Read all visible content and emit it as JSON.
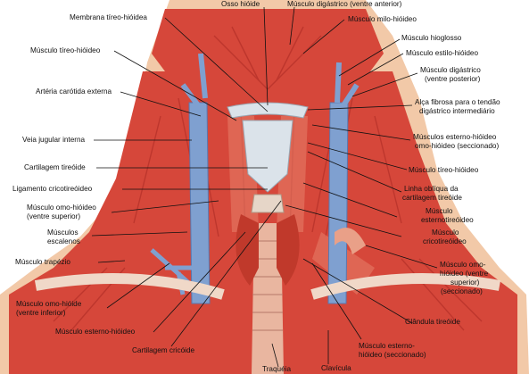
{
  "labels": {
    "osso_hioide": "Osso hióide",
    "digastrico_anterior": "Músculo digástrico (ventre anterior)",
    "membrana_tireo_hioidea": "Membrana tíreo-hióidea",
    "milo_hioideo": "Músculo milo-hióideo",
    "hioglosso": "Músculo hioglosso",
    "tireo_hioideo_left": "Músculo tíreo-hióideo",
    "estilo_hioideo": "Músculo estilo-hióideo",
    "digastrico_posterior_1": "Músculo digástrico",
    "digastrico_posterior_2": "(ventre posterior)",
    "carotida_externa": "Artéria carótida externa",
    "alca_fibrosa_1": "Alça fibrosa para o tendão",
    "alca_fibrosa_2": "digástrico intermediário",
    "veia_jugular": "Veia jugular interna",
    "esterno_omo_1": "Músculos esterno-hióideo",
    "esterno_omo_2": "omo-hióideo (seccionado)",
    "cartilagem_tireoide": "Cartilagem tireóide",
    "tireo_hioideo_right": "Músculo tíreo-hióideo",
    "ligamento_cricotireoideo": "Ligamento cricotireóideo",
    "linha_obliqua_1": "Linha oblíqua da",
    "linha_obliqua_2": "cartilagem tireóide",
    "omo_superior_left_1": "Músculo omo-hióideo",
    "omo_superior_left_2": "(ventre superior)",
    "esternotireoideo_1": "Músculo",
    "esternotireoideo_2": "esternotireóideo",
    "escalenos_1": "Músculos",
    "escalenos_2": "escalenos",
    "cricotireoideo_1": "Músculo",
    "cricotireoideo_2": "cricotireóideo",
    "trapezio": "Músculo trapézio",
    "omo_superior_right_1": "Músculo omo-",
    "omo_superior_right_2": "hióideo (ventre",
    "omo_superior_right_3": "superior)",
    "omo_superior_right_4": "(seccionado)",
    "omo_inferior_1": "Músculo omo-hióide",
    "omo_inferior_2": "(ventre inferior)",
    "glandula_tireoide": "Glândula tireóide",
    "esterno_hioideo": "Músculo esterno-hióideo",
    "cartilagem_cricoide": "Cartilagem cricóide",
    "esterno_hioideo_sec_1": "Músculo esterno-",
    "esterno_hioideo_sec_2": "hióideo (seccionado)",
    "traqueia": "Traquéia",
    "clavicula": "Clavícula"
  },
  "colors": {
    "muscle": "#d6473a",
    "muscle_dark": "#b8332a",
    "muscle_light": "#e8806a",
    "vessel": "#7fa0d0",
    "vessel_dark": "#5878b0",
    "bone": "#dbe3ea",
    "tendon": "#f0d8c8",
    "skin": "#f2c9a8"
  }
}
